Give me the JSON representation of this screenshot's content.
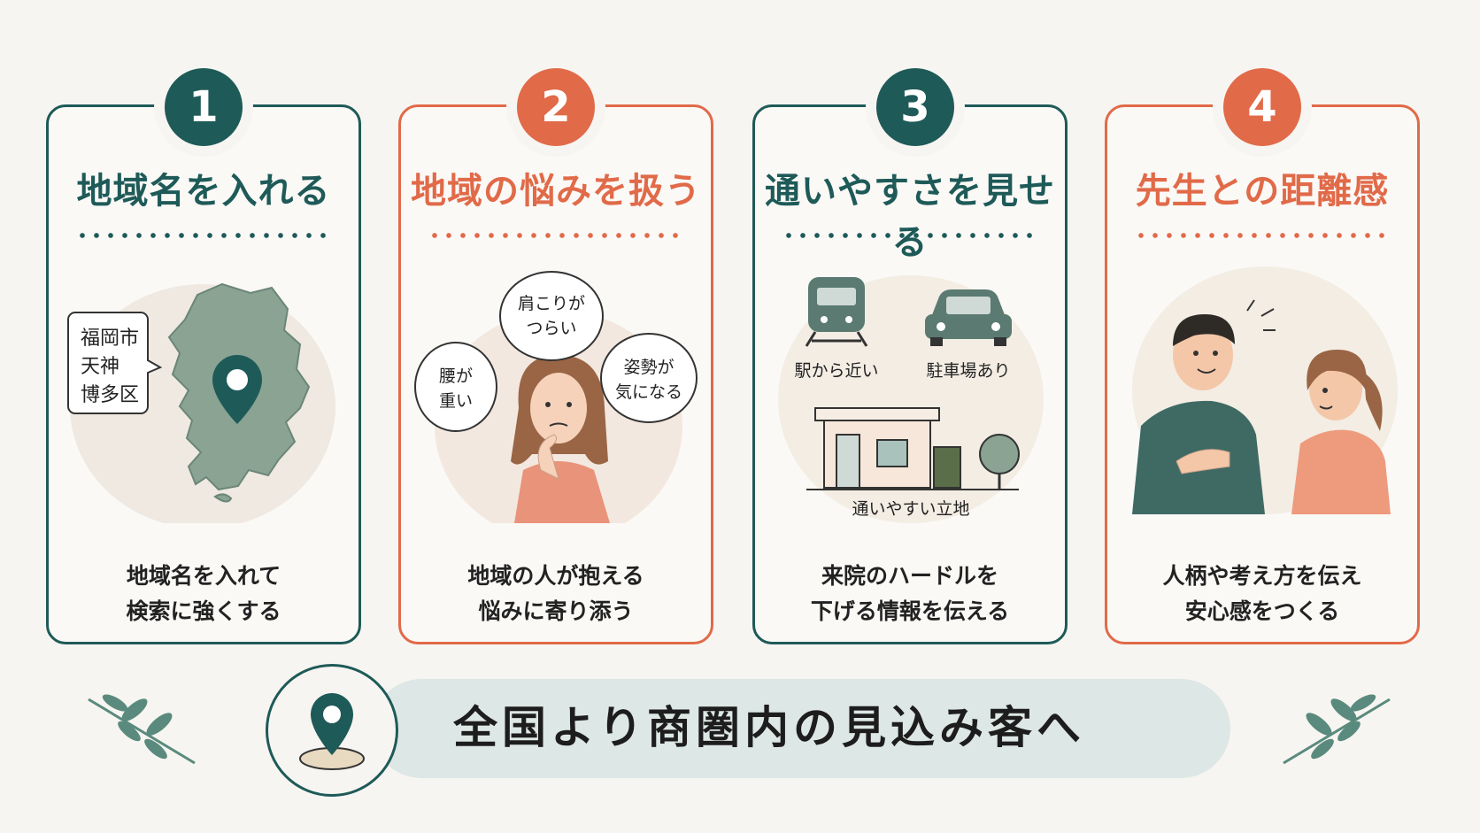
{
  "cards": [
    {
      "number": "1",
      "title": "地域名を入れる",
      "bubble_lines": [
        "福岡市",
        "天神",
        "博多区"
      ],
      "caption_lines": [
        "地域名を入れて",
        "検索に強くする"
      ]
    },
    {
      "number": "2",
      "title": "地域の悩みを扱う",
      "bubbles": [
        "肩こりが",
        "つらい",
        "腰が",
        "重い",
        "姿勢が",
        "気になる"
      ],
      "caption_lines": [
        "地域の人が抱える",
        "悩みに寄り添う"
      ]
    },
    {
      "number": "3",
      "title": "通いやすさを見せる",
      "labels": [
        "駅から近い",
        "駐車場あり",
        "通いやすい立地"
      ],
      "caption_lines": [
        "来院のハードルを",
        "下げる情報を伝える"
      ]
    },
    {
      "number": "4",
      "title": "先生との距離感",
      "caption_lines": [
        "人柄や考え方を伝え",
        "安心感をつくる"
      ]
    }
  ],
  "banner": {
    "text": "全国より商圏内の見込み客へ"
  },
  "colors": {
    "teal": "#1e5a58",
    "orange": "#e16a49",
    "background": "#f7f5f1"
  },
  "icons": [
    "map-pin-icon",
    "train-icon",
    "car-icon",
    "leaf-icon"
  ]
}
